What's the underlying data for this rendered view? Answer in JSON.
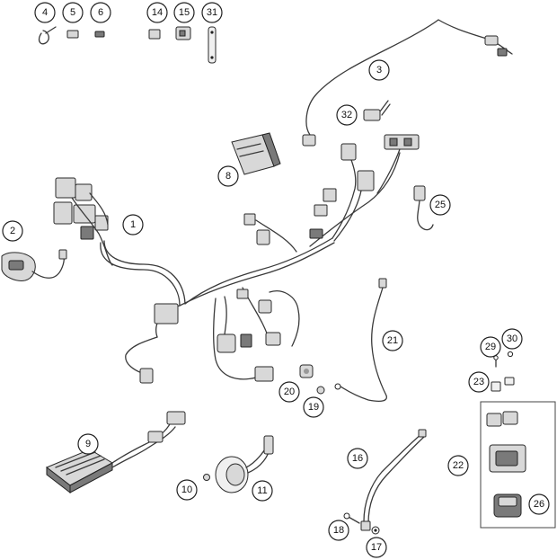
{
  "colors": {
    "line": "#3a3a3a",
    "part_fill": "#d8d8d8",
    "part_dark": "#7a7a7a",
    "background": "#ffffff"
  },
  "callouts": {
    "c4": "4",
    "c5": "5",
    "c6": "6",
    "c14": "14",
    "c15": "15",
    "c31": "31",
    "c3": "3",
    "c32": "32",
    "c8": "8",
    "c2": "2",
    "c1": "1",
    "c25": "25",
    "c21": "21",
    "c29": "29",
    "c30": "30",
    "c23": "23",
    "c20": "20",
    "c19": "19",
    "c9": "9",
    "c22": "22",
    "c16": "16",
    "c10": "10",
    "c11": "11",
    "c26": "26",
    "c18": "18",
    "c17": "17"
  }
}
